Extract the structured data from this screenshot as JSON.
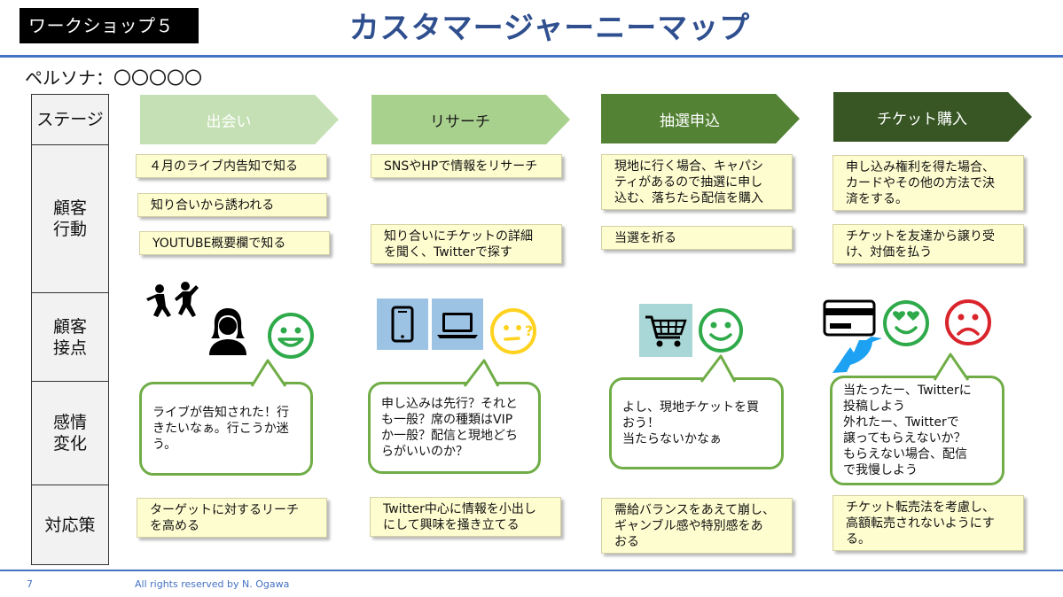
{
  "header": {
    "workshop": "ワークショップ５",
    "title": "カスタマージャーニーマップ",
    "persona": "ペルソナ：〇〇〇〇〇"
  },
  "row_labels": {
    "stage": "ステージ",
    "action": "顧客\n行動",
    "touchpoint": "顧客\n接点",
    "emotion": "感情\n変化",
    "countermeasure": "対応策"
  },
  "stages": [
    {
      "label": "出会い",
      "color": "#c5e0b4",
      "text_color": "#ffffff"
    },
    {
      "label": "リサーチ",
      "color": "#a9d18e",
      "text_color": "#1a1a1a"
    },
    {
      "label": "抽選申込",
      "color": "#548235",
      "text_color": "#ffffff"
    },
    {
      "label": "チケット購入",
      "color": "#375623",
      "text_color": "#ffffff"
    }
  ],
  "actions": {
    "s1_a": "４月のライブ内告知で知る",
    "s1_b": "知り合いから誘われる",
    "s1_c": "YOUTUBE概要欄で知る",
    "s2_a": "SNSやHPで情報をリサーチ",
    "s2_b": "知り合いにチケットの詳細\nを聞く、Twitterで探す",
    "s3_a": "現地に行く場合、キャパシ\nティがあるので抽選に申し\n込む、落ちたら配信を購入",
    "s3_b": "当選を祈る",
    "s4_a": "申し込み権利を得た場合、\nカードやその他の方法で決\n済をする。",
    "s4_b": "チケットを友達から譲り受\nけ、対価を払う"
  },
  "touchpoints": {
    "s1": [
      "dancing-people-icon",
      "woman-user-icon",
      "smiling-face-icon"
    ],
    "s2": [
      "smartphone-icon",
      "laptop-icon",
      "thinking-face-icon"
    ],
    "s3": [
      "shopping-cart-icon",
      "smiling-face-icon"
    ],
    "s4": [
      "credit-card-icon",
      "bird-icon",
      "heart-eyes-face-icon",
      "sad-face-icon"
    ],
    "accent_green": "#2eaa4a",
    "accent_red": "#d9242b",
    "accent_yellow": "#ffd21f"
  },
  "emotions": {
    "s1": "ライブが告知された！行\nきたいなぁ。行こうか迷\nう。",
    "s2": "申し込みは先行？それと\nも一般？席の種類はVIP\nか一般？配信と現地どち\nらがいいのか？",
    "s3": "よし、現地チケットを買\nおう！\n当たらないかなぁ",
    "s4": "当たったー、Twitterに\n投稿しよう\n外れたー、Twitterで\n譲ってもらえないか？\nもらえない場合、配信\nで我慢しよう"
  },
  "countermeasures": {
    "s1": "ターゲットに対するリーチ\nを高める",
    "s2": "Twitter中心に情報を小出し\nにして興味を掻き立てる",
    "s3": "需給バランスをあえて崩し、\nギャンブル感や特別感をあ\nおる",
    "s4": "チケット転売法を考慮し、\n高額転売されないようにす\nる。"
  },
  "footer": {
    "page": "7",
    "copyright": "All rights reserved by N. Ogawa"
  }
}
